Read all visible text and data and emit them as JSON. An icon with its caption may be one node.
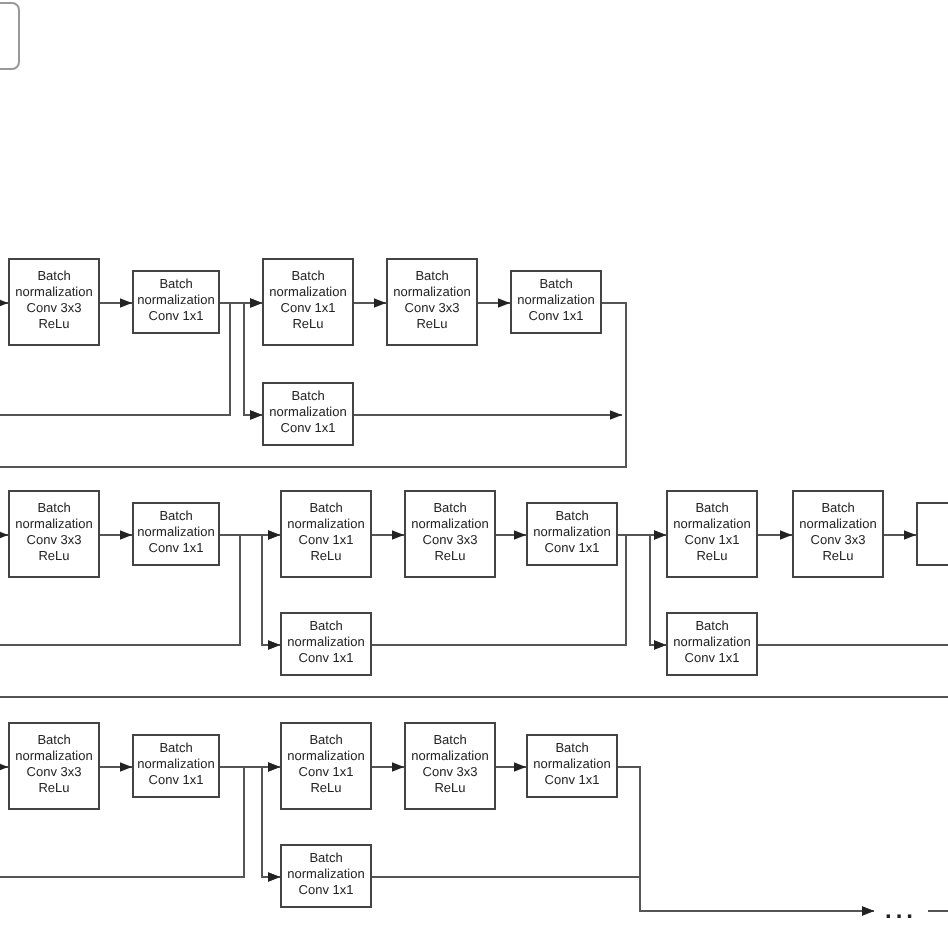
{
  "diagram": {
    "nodes": [
      {
        "text": [
          "Batch normalization Conv 3x3 ReLu"
        ]
      },
      {
        "text": [
          "Batch normalization Conv 1x1"
        ]
      },
      {
        "text": [
          "Batch normalization Conv 1x1 ReLu"
        ]
      },
      {
        "text": [
          "Batch normalization Conv 3x3 ReLu"
        ]
      },
      {
        "text": [
          "Batch normalization Conv 1x1"
        ]
      },
      {
        "text": [
          "Batch normalization Conv 1x1"
        ]
      },
      {
        "text": [
          "Batch normalization Conv 3x3 ReLu"
        ]
      },
      {
        "text": [
          "Batch normalization Conv 1x1"
        ]
      },
      {
        "text": [
          "Batch normalization Conv 1x1 ReLu"
        ]
      },
      {
        "text": [
          "Batch normalization Conv 3x3 ReLu"
        ]
      },
      {
        "text": [
          "Batch normalization Conv 1x1"
        ]
      },
      {
        "text": [
          "Batch normalization Conv 1x1 ReLu"
        ]
      },
      {
        "text": [
          "Batch normalization Conv 3x3 ReLu"
        ]
      },
      {
        "text": [],
        "shape": "box"
      },
      {
        "text": [
          "Batch normalization Conv 1x1"
        ]
      },
      {
        "text": [
          "Batch normalization Conv 1x1"
        ]
      },
      {
        "text": [
          "Batch normalization Conv 3x3 ReLu"
        ]
      },
      {
        "text": [
          "Batch normalization Conv 1x1"
        ]
      },
      {
        "text": [
          "Batch normalization Conv 1x1 ReLu"
        ]
      },
      {
        "text": [
          "Batch normalization Conv 3x3 ReLu"
        ]
      },
      {
        "text": [
          "Batch normalization Conv 1x1"
        ]
      },
      {
        "text": [
          "Batch normalization Conv 1x1"
        ]
      },
      {
        "text": [
          "..."
        ]
      }
    ],
    "edges": [
      {
        "from": null,
        "to": 0,
        "arrow": "to"
      },
      {
        "from": 0,
        "to": 1,
        "arrow": "to"
      },
      {
        "from": 1,
        "to": 2,
        "arrow": "to"
      },
      {
        "from": 1,
        "to": 5,
        "arrow": "to"
      },
      {
        "from": null,
        "to": 2,
        "arrow": "to"
      },
      {
        "from": null,
        "to": 5,
        "arrow": "to"
      },
      {
        "from": 4,
        "to": null,
        "arrow": "none"
      },
      {
        "from": 5,
        "to": null,
        "arrow": "to"
      },
      {
        "from": null,
        "to": 6,
        "arrow": "to"
      },
      {
        "from": 6,
        "to": 7,
        "arrow": "to"
      },
      {
        "from": 7,
        "to": 8,
        "arrow": "to"
      },
      {
        "from": 7,
        "to": 14,
        "arrow": "to"
      },
      {
        "from": null,
        "to": 8,
        "arrow": "to"
      },
      {
        "from": null,
        "to": 14,
        "arrow": "to"
      },
      {
        "from": 8,
        "to": 9,
        "arrow": "to"
      },
      {
        "from": 9,
        "to": 10,
        "arrow": "to"
      },
      {
        "from": 10,
        "to": 11,
        "arrow": "to"
      },
      {
        "from": 10,
        "to": 15,
        "arrow": "to"
      },
      {
        "from": 14,
        "to": 11,
        "arrow": "to"
      },
      {
        "from": 14,
        "to": 15,
        "arrow": "to"
      },
      {
        "from": 11,
        "to": 12,
        "arrow": "to"
      },
      {
        "from": 12,
        "to": 13,
        "arrow": "to"
      },
      {
        "from": 15,
        "to": null,
        "arrow": "none"
      },
      {
        "from": null,
        "to": 16,
        "arrow": "to"
      },
      {
        "from": 16,
        "to": 17,
        "arrow": "to"
      },
      {
        "from": 17,
        "to": 18,
        "arrow": "to"
      },
      {
        "from": 17,
        "to": 21,
        "arrow": "to"
      },
      {
        "from": null,
        "to": 18,
        "arrow": "to"
      },
      {
        "from": null,
        "to": 21,
        "arrow": "to"
      },
      {
        "from": 18,
        "to": 19,
        "arrow": "to"
      },
      {
        "from": 19,
        "to": 20,
        "arrow": "to"
      },
      {
        "from": 20,
        "to": 22,
        "arrow": "to"
      },
      {
        "from": 21,
        "to": 22,
        "arrow": "to"
      },
      {
        "from": 2,
        "to": 3,
        "arrow": "to"
      },
      {
        "from": 3,
        "to": 4,
        "arrow": "to"
      },
      {
        "from": 22,
        "to": null,
        "arrow": "none"
      }
    ]
  }
}
